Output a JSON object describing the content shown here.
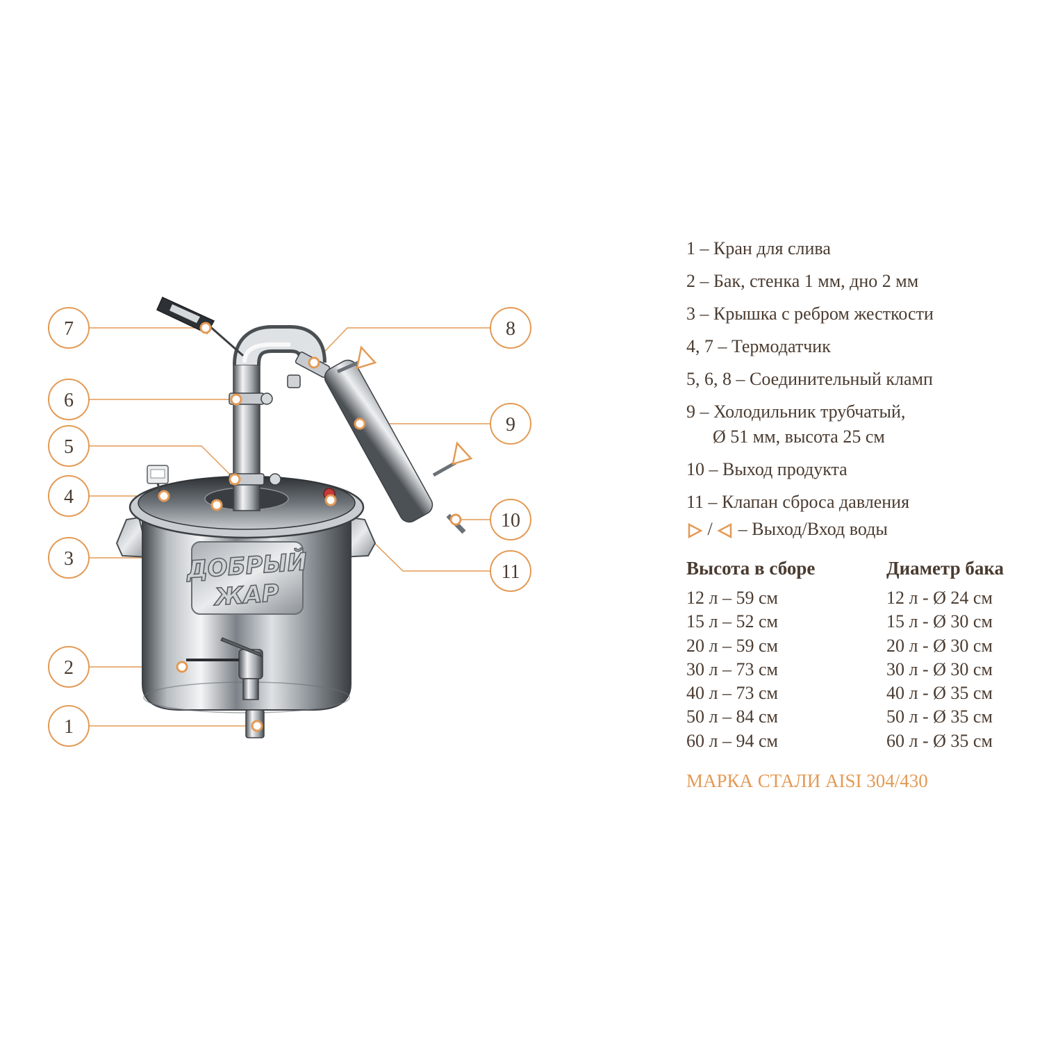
{
  "callouts": [
    {
      "num": "1"
    },
    {
      "num": "2"
    },
    {
      "num": "3"
    },
    {
      "num": "4"
    },
    {
      "num": "5"
    },
    {
      "num": "6"
    },
    {
      "num": "7"
    },
    {
      "num": "8"
    },
    {
      "num": "9"
    },
    {
      "num": "10"
    },
    {
      "num": "11"
    }
  ],
  "brand": {
    "line1": "ДОБРЫЙ",
    "line2": "ЖАР"
  },
  "legend": {
    "items": [
      {
        "text": "1 – Кран для слива"
      },
      {
        "text": "2 – Бак, стенка 1 мм, дно 2 мм"
      },
      {
        "text": "3 – Крышка с ребром жесткости"
      },
      {
        "text": "4, 7 – Термодатчик"
      },
      {
        "text": "5, 6, 8 – Соединительный кламп"
      },
      {
        "text": "9 – Холодильник трубчатый,",
        "cont": "Ø 51 мм, высота 25 см"
      },
      {
        "text": "10 – Выход продукта"
      },
      {
        "text": "11 – Клапан сброса давления"
      }
    ],
    "flow_sep": "/",
    "flow_text": "– Выход/Вход воды"
  },
  "tables": {
    "height": {
      "header": "Высота в сборе",
      "rows": [
        "12 л – 59 см",
        "15 л – 52 см",
        "20 л – 59 см",
        "30 л – 73 см",
        "40 л – 73 см",
        "50 л – 84 см",
        "60 л – 94 см"
      ]
    },
    "diameter": {
      "header": "Диаметр бака",
      "rows": [
        "12 л - Ø 24 см",
        "15 л - Ø 30 см",
        "20 л - Ø 30 см",
        "30 л - Ø 30 см",
        "40 л - Ø 35 см",
        "50 л - Ø 35 см",
        "60 л - Ø 35 см"
      ]
    }
  },
  "footer": "МАРКА СТАЛИ AISI 304/430",
  "colors": {
    "accent": "#e39a55",
    "text": "#4a3b30",
    "steel_dark": "#5c6166",
    "steel_light": "#eef0f2"
  }
}
